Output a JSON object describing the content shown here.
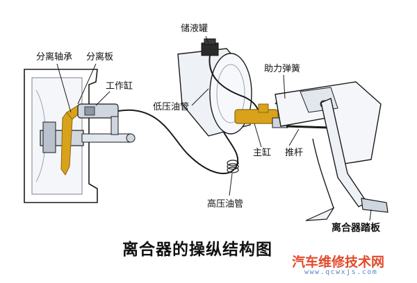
{
  "labels": {
    "release_bearing": "分离轴承",
    "release_plate": "分离板",
    "slave_cylinder": "工作缸",
    "reservoir": "储液罐",
    "low_pressure_line": "低压油管",
    "assist_spring": "助力弹簧",
    "master_cylinder": "主缸",
    "push_rod": "推杆",
    "high_pressure_line": "高压油管",
    "clutch_pedal": "离合器踏板"
  },
  "title": "离合器的操纵结构图",
  "watermark": {
    "name": "汽车维修技术网",
    "url": "www.qcwxjs.com"
  },
  "colors": {
    "line": "#1a1a1a",
    "metal": "#cfd6df",
    "metal_dark": "#8e98a6",
    "fluid": "#d9a21b",
    "watermark_red": "#e24a2b",
    "watermark_blue": "#5a86c8"
  }
}
